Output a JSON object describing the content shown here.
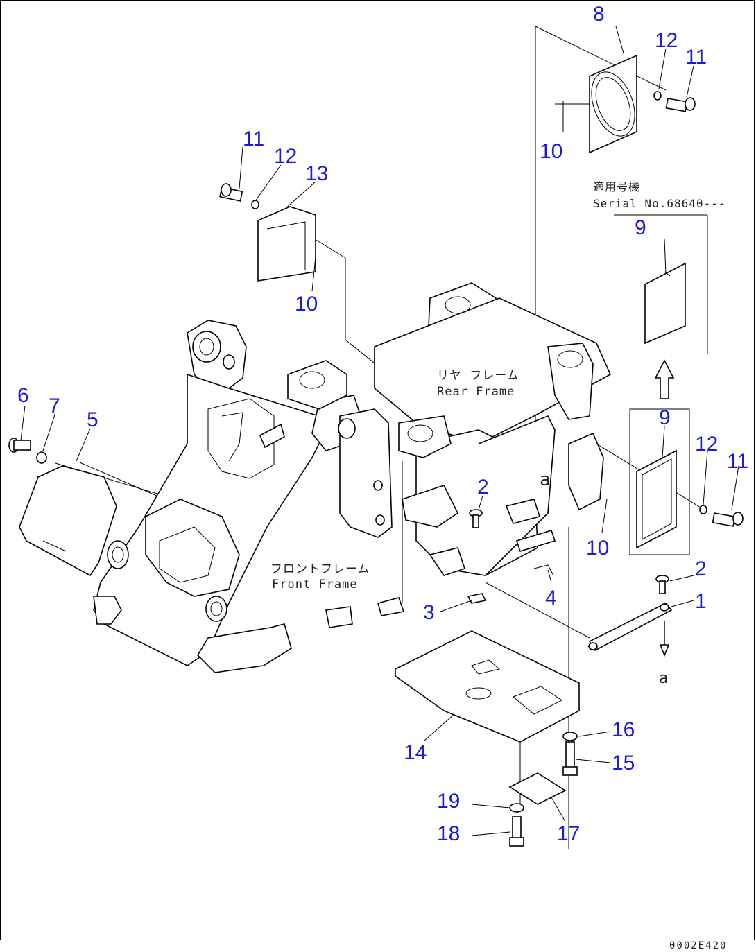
{
  "diagram": {
    "callouts": [
      {
        "id": "c8",
        "text": "8"
      },
      {
        "id": "c12a",
        "text": "12"
      },
      {
        "id": "c11a",
        "text": "11"
      },
      {
        "id": "c10a",
        "text": "10"
      },
      {
        "id": "c11b",
        "text": "11"
      },
      {
        "id": "c12b",
        "text": "12"
      },
      {
        "id": "c13",
        "text": "13"
      },
      {
        "id": "c10b",
        "text": "10"
      },
      {
        "id": "c9a",
        "text": "9"
      },
      {
        "id": "c9b",
        "text": "9"
      },
      {
        "id": "c12c",
        "text": "12"
      },
      {
        "id": "c11c",
        "text": "11"
      },
      {
        "id": "c10c",
        "text": "10"
      },
      {
        "id": "c6",
        "text": "6"
      },
      {
        "id": "c7",
        "text": "7"
      },
      {
        "id": "c5",
        "text": "5"
      },
      {
        "id": "c2a",
        "text": "2"
      },
      {
        "id": "c2b",
        "text": "2"
      },
      {
        "id": "c1",
        "text": "1"
      },
      {
        "id": "c4",
        "text": "4"
      },
      {
        "id": "c3",
        "text": "3"
      },
      {
        "id": "c14",
        "text": "14"
      },
      {
        "id": "c16",
        "text": "16"
      },
      {
        "id": "c15",
        "text": "15"
      },
      {
        "id": "c19",
        "text": "19"
      },
      {
        "id": "c18",
        "text": "18"
      },
      {
        "id": "c17",
        "text": "17"
      }
    ],
    "labels": {
      "rear_frame_jp": "リヤ フレーム",
      "rear_frame_en": "Rear Frame",
      "front_frame_jp": "フロントフレーム",
      "front_frame_en": "Front Frame",
      "serial_jp": "適用号機",
      "serial_en": "Serial No.68640---",
      "view_a_upper": "a",
      "view_a_lower": "a",
      "drawing_code": "0002E420"
    }
  }
}
